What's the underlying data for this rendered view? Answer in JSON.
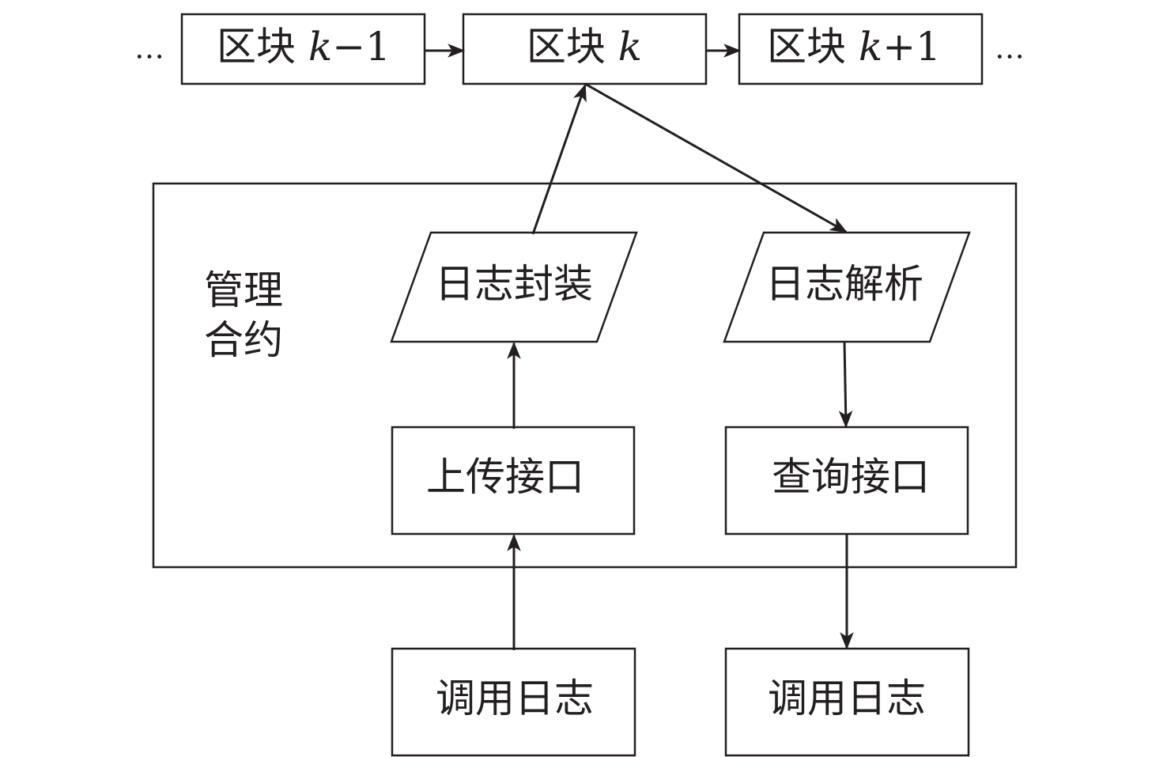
{
  "blocks": {
    "ellipsis_left": "…",
    "ellipsis_right": "…",
    "prev": {
      "prefix": "区块 ",
      "var": "k",
      "suffix": "−1"
    },
    "curr": {
      "prefix": "区块 ",
      "var": "k",
      "suffix": ""
    },
    "next": {
      "prefix": "区块 ",
      "var": "k",
      "suffix": "+1"
    }
  },
  "contract": {
    "label_line1": "管理",
    "label_line2": "合约"
  },
  "nodes": {
    "log_packaging": "日志封装",
    "log_parsing": "日志解析",
    "upload_interface": "上传接口",
    "query_interface": "查询接口",
    "call_log_input": "调用日志",
    "call_log_output": "调用日志"
  },
  "colors": {
    "stroke": "#231f20",
    "background": "#ffffff"
  }
}
